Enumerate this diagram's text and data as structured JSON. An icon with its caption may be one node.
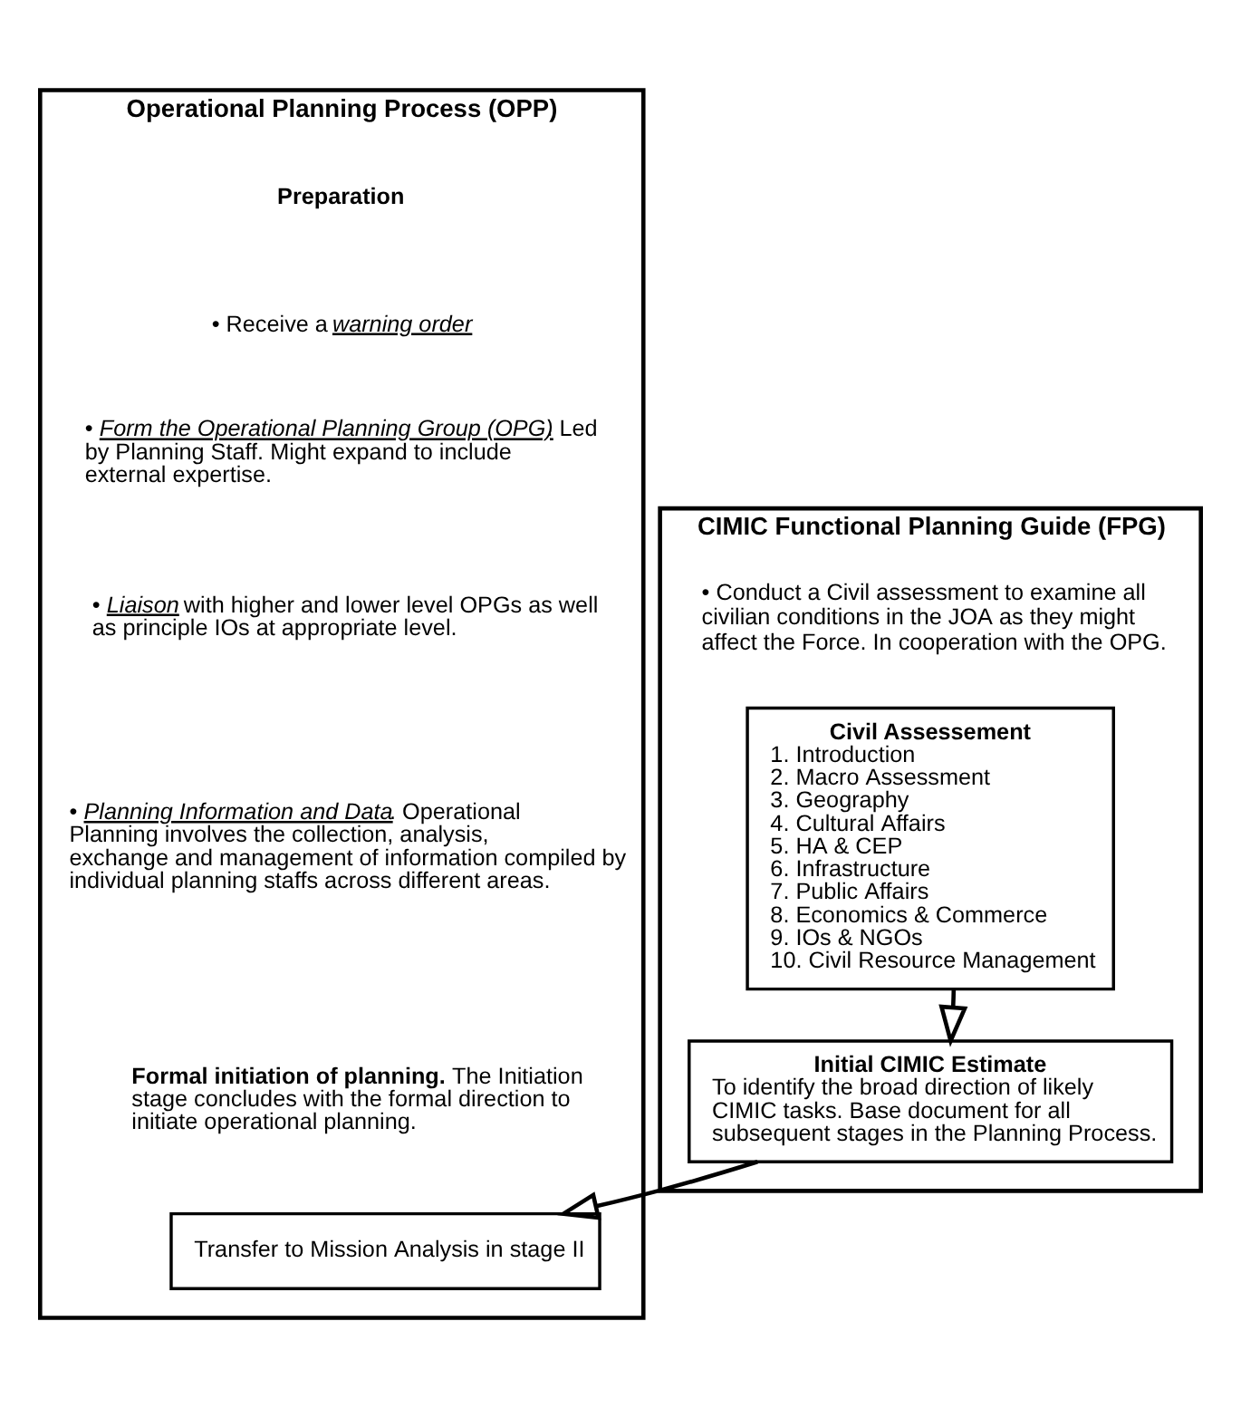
{
  "diagram": {
    "nodes": [
      {
        "text": [
          "Operational Planning Process (OPP)"
        ]
      },
      {
        "text": [
          "CIMIC Functional Planning Guide (FPG)"
        ]
      },
      {
        "text": [
          "Civil Assessement",
          "1. Introduction",
          "2. Macro Assessment",
          "3. Geography",
          "4. Cultural Affairs",
          "5. HA & CEP",
          "6. Infrastructure",
          "7. Public Affairs",
          "8. Economics & Commerce",
          "9. IOs & NGOs",
          "10. Civil Resource Management"
        ],
        "in": 1
      },
      {
        "text": [
          "Initial CIMIC Estimate",
          "To identify the broad direction of likely CIMIC tasks. Base document for all subsequent stages in the Planning Process."
        ],
        "in": 1
      },
      {
        "text": [
          "Transfer to Mission Analysis in stage II"
        ],
        "in": 0
      }
    ],
    "edges": [
      {
        "from": 2,
        "to": 3,
        "arrow": "to"
      },
      {
        "from": 3,
        "to": 4,
        "arrow": "to"
      }
    ],
    "labels": [
      "Preparation",
      "• Receive a *warning order*",
      "• Conduct a Civil assessment to examine all civilian conditions in the JOA as they might affect the Force. In cooperation with the OPG.",
      "• *Form the Operational Planning Group (OPG)*. Led by Planning Staff. Might expand to include external expertise.",
      "• *Liaison* with higher and lower level OPGs as well as principle IOs at appropriate level.",
      "• *Planning Information and Data*. Operational Planning involves the collection, analysis, exchange and management of information compiled by individual planning staffs across different areas.",
      "**Formal initiation of planning.** The Initiation stage concludes with the formal direction to initiate operational planning."
    ]
  }
}
